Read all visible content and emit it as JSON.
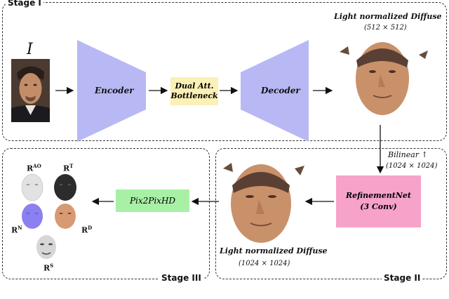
{
  "stages": {
    "stage1": "Stage I",
    "stage2": "Stage II",
    "stage3": "Stage III"
  },
  "input": {
    "symbol": "I"
  },
  "nodes": {
    "encoder": "Encoder",
    "bottleneck_line1": "Dual Att.",
    "bottleneck_line2": "Bottleneck",
    "decoder": "Decoder",
    "refinement_title": "RefinementNet",
    "refinement_sub": "(3 Conv)",
    "pix2pix": "Pix2PixHD"
  },
  "outputs": {
    "diffuse_512_title": "Light normalized Diffuse",
    "diffuse_512_size": "(512 × 512)",
    "diffuse_1024_title": "Light normalized Diffuse",
    "diffuse_1024_size": "(1024 × 1024)",
    "upsample_label": "Bilinear ↑",
    "upsample_size": "(1024 × 1024)"
  },
  "maps": {
    "ao": {
      "base": "R",
      "sup": "AO"
    },
    "t": {
      "base": "R",
      "sup": "T"
    },
    "n": {
      "base": "R",
      "sup": "N"
    },
    "d": {
      "base": "R",
      "sup": "D"
    },
    "s": {
      "base": "R",
      "sup": "S"
    }
  },
  "colors": {
    "trapezoid": "#b8b8f4",
    "bottleneck": "#fbf0b6",
    "refinement": "#f7a2c9",
    "pix2pix": "#a8f0a6",
    "skin": "#c9916a"
  }
}
